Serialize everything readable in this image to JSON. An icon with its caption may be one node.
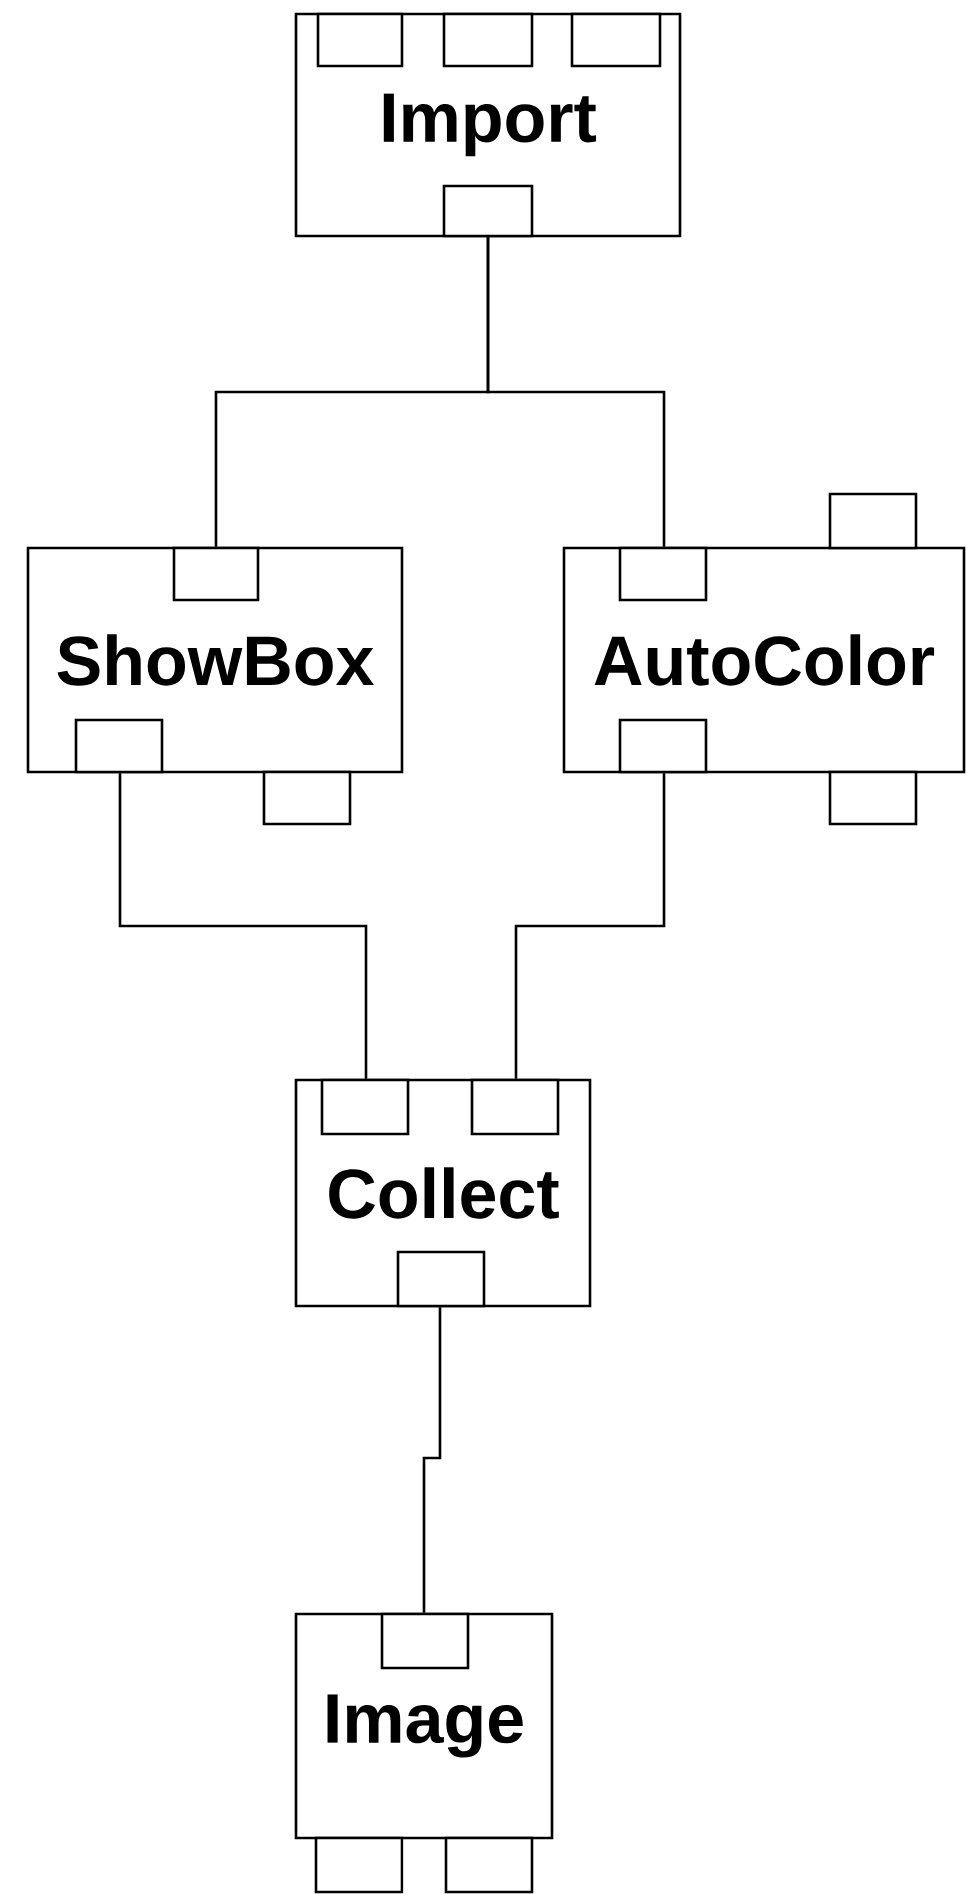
{
  "diagram": {
    "nodes": [
      {
        "text": [
          "Import"
        ]
      },
      {
        "text": [
          "ShowBox"
        ]
      },
      {
        "text": [
          "AutoColor"
        ]
      },
      {
        "text": [
          "Collect"
        ]
      },
      {
        "text": [
          "Image"
        ]
      }
    ],
    "edges": [
      {
        "from": 0,
        "to": 1,
        "arrow": "none"
      },
      {
        "from": 0,
        "to": 2,
        "arrow": "none"
      },
      {
        "from": 1,
        "to": 3,
        "arrow": "none"
      },
      {
        "from": 2,
        "to": 3,
        "arrow": "none"
      },
      {
        "from": 3,
        "to": 4,
        "arrow": "none"
      }
    ]
  }
}
